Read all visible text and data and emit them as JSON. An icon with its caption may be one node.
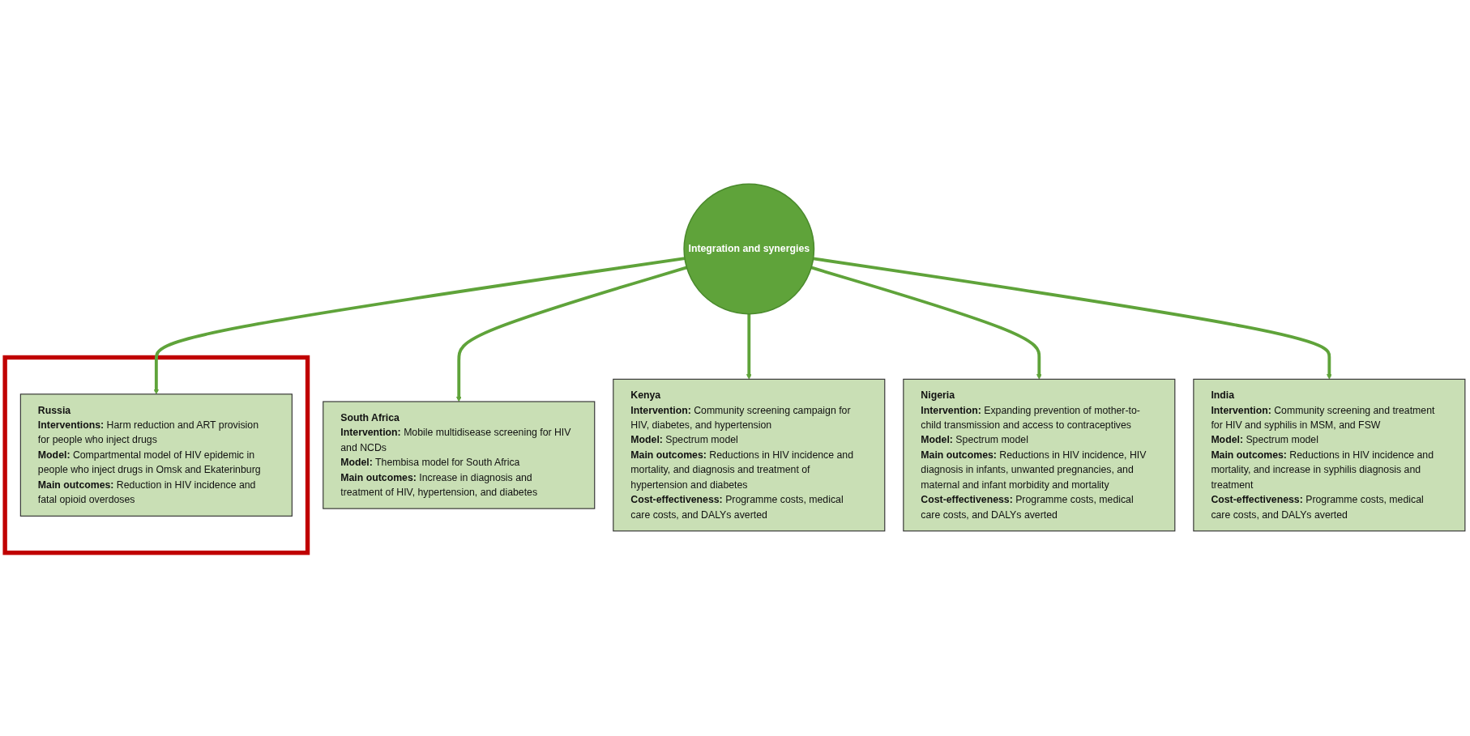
{
  "diagram": {
    "nodes": [
      {
        "text": [
          "South Africa",
          "**Intervention:** Mobile multidisease screening for HIV and NCDs",
          "**Model:** Thembisa model for South Africa",
          "**Main outcomes:** Increase in diagnosis and treatment of HIV, hypertension, and diabetes"
        ]
      },
      {
        "text": [
          "Kenya",
          "**Intervention:** Community screening campaign for HIV, diabetes, and hypertension",
          "**Model:** Spectrum model",
          "**Main outcomes:** Reductions in HIV incidence and mortality, and diagnosis and treatment of hypertension and diabetes",
          "**Cost-effectiveness:** Programme costs, medical care costs, and DALYs averted"
        ]
      },
      {
        "text": [
          "Integration and synergies"
        ]
      },
      {
        "text": [
          "Nigeria",
          "**Intervention:** Expanding prevention of mother-to-child transmission and access to contraceptives",
          "**Model:** Spectrum model",
          "**Main outcomes:** Reductions in HIV incidence, HIV diagnosis in infants, unwanted pregnancies, and maternal and infant morbidity and mortality",
          "**Cost-effectiveness:** Programme costs, medical care costs, and DALYs averted"
        ]
      },
      {
        "text": [
          "India",
          "**Intervention:** Community screening and treatment for HIV and syphilis in MSM, and FSW",
          "**Model:** Spectrum model",
          "**Main outcomes:** Reductions in HIV incidence and mortality, and increase in syphilis diagnosis and treatment",
          "**Cost-effectiveness:** Programme costs, medical care costs, and DALYs averted"
        ]
      },
      {
        "text": [],
        "shape": "box"
      },
      {
        "text": [
          "Russia",
          "**Interventions:** Harm reduction and ART provision for people who inject drugs",
          "**Model:** Compartmental model of HIV epidemic in people who inject drugs in Omsk and Ekaterinburg",
          "**Main outcomes:** Reduction in HIV incidence and fatal opioid overdoses"
        ],
        "in": 5
      }
    ],
    "edges": [
      {
        "from": 2,
        "to": 0,
        "arrow": "to"
      },
      {
        "from": 2,
        "to": 1,
        "arrow": "to"
      },
      {
        "from": 2,
        "to": 3,
        "arrow": "to"
      },
      {
        "from": 2,
        "to": 4,
        "arrow": "to"
      },
      {
        "from": 2,
        "to": 6,
        "arrow": "to"
      }
    ]
  }
}
